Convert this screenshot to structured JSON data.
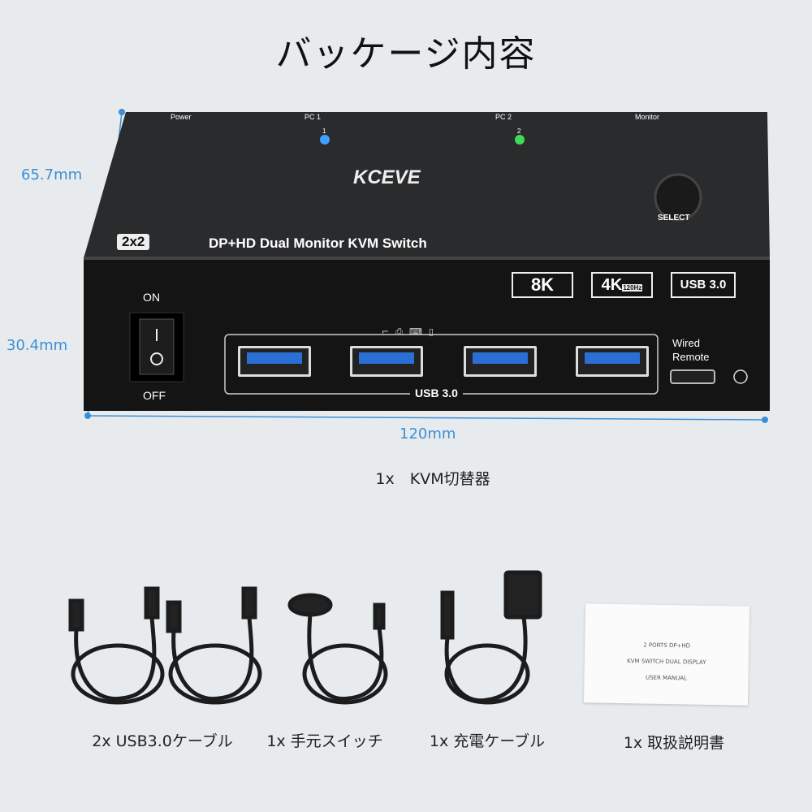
{
  "title": "バッケージ内容",
  "dimensions": {
    "depth": "65.7mm",
    "height": "30.4mm",
    "width": "120mm"
  },
  "device": {
    "top_labels": [
      "Power",
      "PC 1",
      "PC 2",
      "Monitor"
    ],
    "led_labels": [
      "1",
      "2"
    ],
    "led_colors": [
      "#3ea0ff",
      "#3ddc5a"
    ],
    "brand": "KCEVE",
    "select_label": "SELECT",
    "size_badge": "2x2",
    "product_name": "DP+HD Dual Monitor KVM Switch",
    "feature_badges": [
      "8K",
      "4K",
      "120Hz",
      "USB 3.0"
    ],
    "switch_on": "ON",
    "switch_off": "OFF",
    "usb_label": "USB 3.0",
    "remote_label": "Wired Remote"
  },
  "main_caption": "1x　KVM切替器",
  "manual": {
    "lines": [
      "2 PORTS DP+HD",
      "KVM SWITCH DUAL DISPLAY",
      "USER MANUAL"
    ]
  },
  "accessories": [
    {
      "caption": "2x USB3.0ケーブル"
    },
    {
      "caption": "1x 手元スイッチ"
    },
    {
      "caption": "1x 充電ケーブル"
    },
    {
      "caption": "1x 取扱説明書"
    }
  ]
}
